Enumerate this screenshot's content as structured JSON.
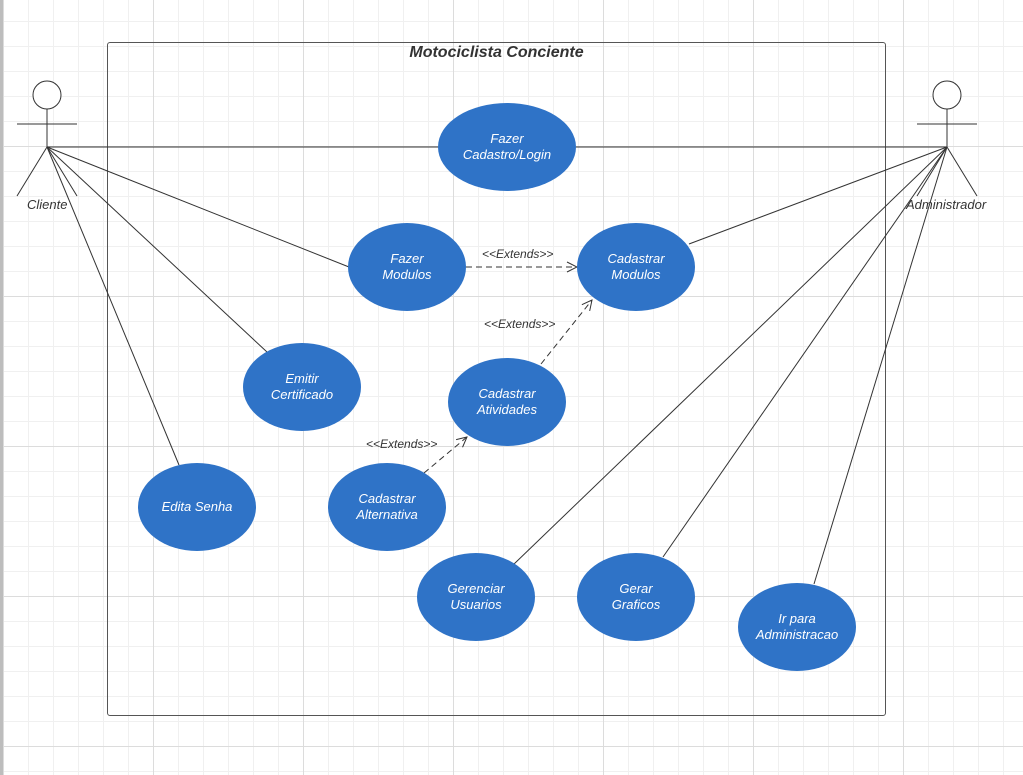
{
  "diagram": {
    "system_title": "Motociclista Conciente",
    "actors": {
      "cliente": "Cliente",
      "administrador": "Administrador"
    },
    "use_cases": {
      "fazer_cadastro": "Fazer\nCadastro/Login",
      "fazer_modulos": "Fazer\nModulos",
      "cadastrar_modulos": "Cadastrar\nModulos",
      "emitir_certificado": "Emitir\nCertificado",
      "cadastrar_atividades": "Cadastrar\nAtividades",
      "edita_senha": "Edita Senha",
      "cadastrar_alternativa": "Cadastrar\nAlternativa",
      "gerenciar_usuarios": "Gerenciar\nUsuarios",
      "gerar_graficos": "Gerar\nGraficos",
      "ir_para_administracao": "Ir para\nAdministracao"
    },
    "relations": {
      "extends_1": "<<Extends>>",
      "extends_2": "<<Extends>>",
      "extends_3": "<<Extends>>"
    },
    "colors": {
      "use_case_fill": "#2f73c7",
      "use_case_text": "#ffffff",
      "line": "#333333"
    }
  }
}
